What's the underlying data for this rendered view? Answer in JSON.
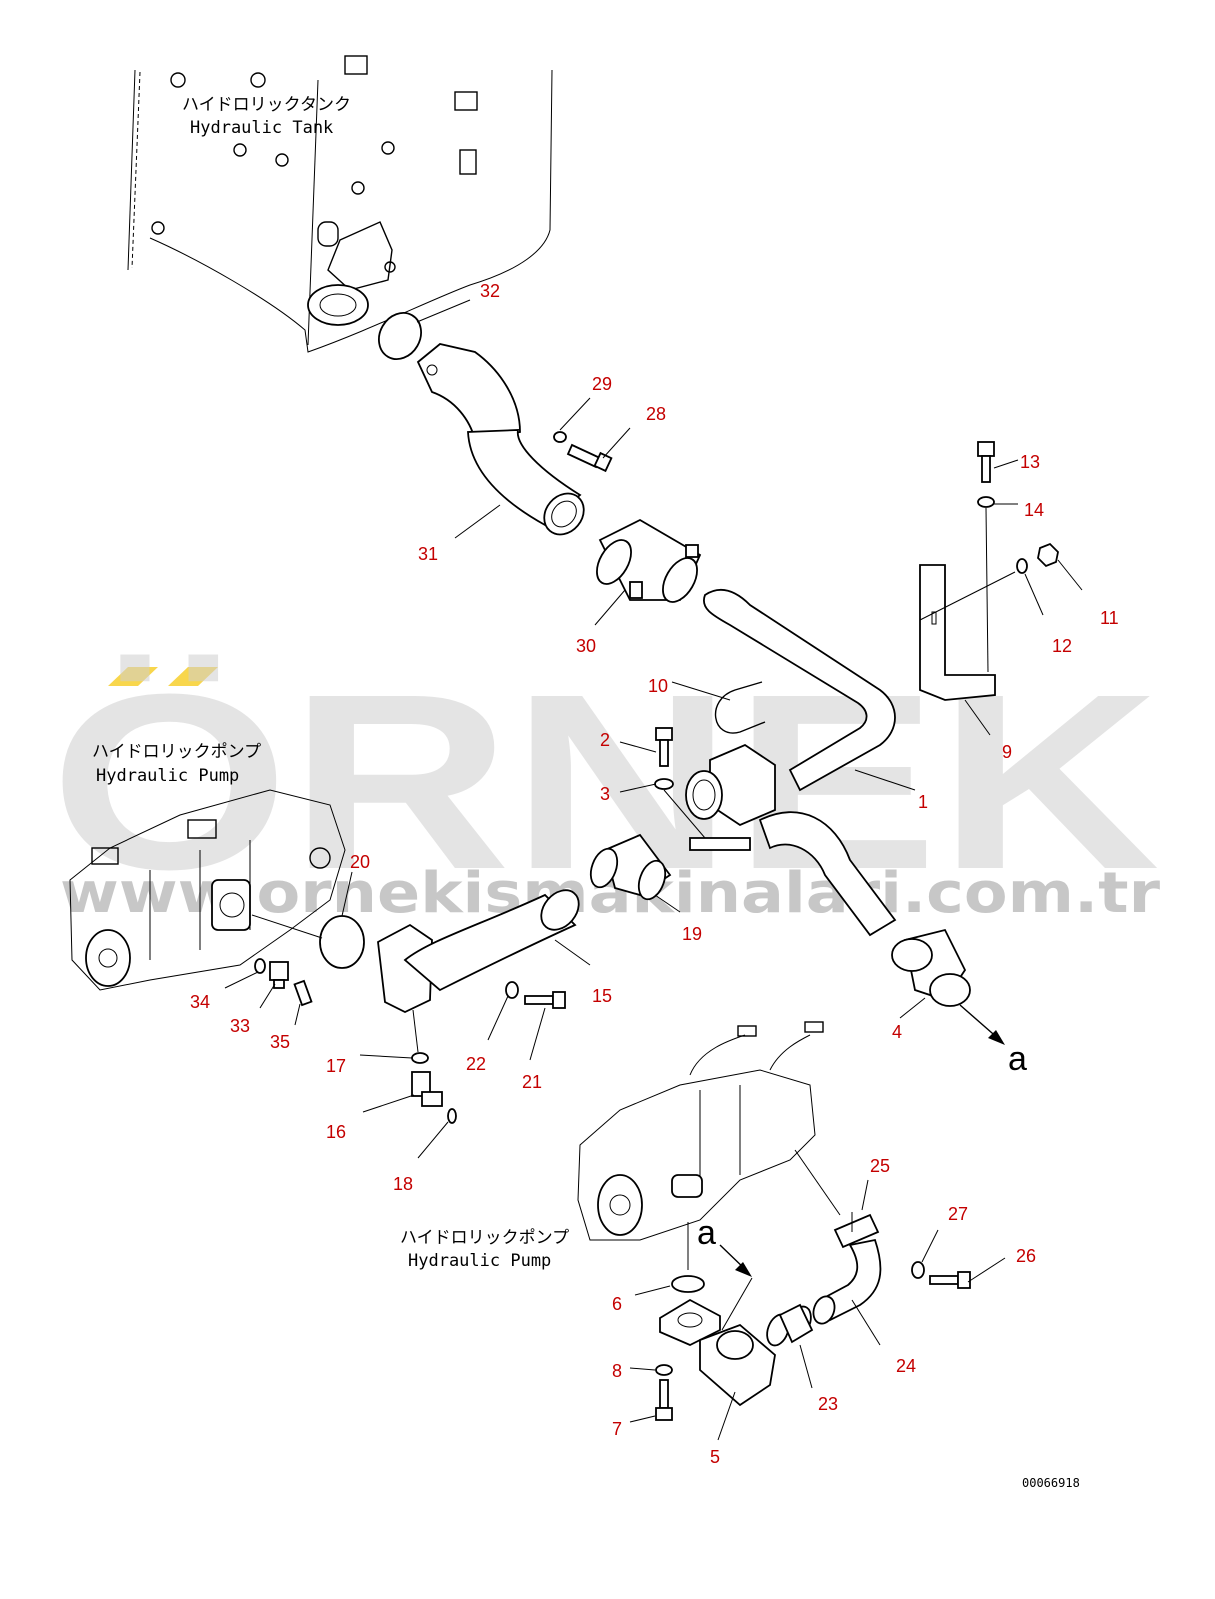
{
  "watermark": {
    "brand": "ÖRNEK",
    "site": "www.ornekismakinalari.com.tr",
    "accent": "#f5c400"
  },
  "labels": {
    "tank_jp": "ハイドロリックタンク",
    "tank_en": "Hydraulic Tank",
    "pump_jp": "ハイドロリックポンプ",
    "pump_en": "Hydraulic Pump",
    "pump2_jp": "ハイドロリックポンプ",
    "pump2_en": "Hydraulic Pump",
    "arrow_a1": "a",
    "arrow_a2": "a",
    "drawing_code": "00066918"
  },
  "callouts": [
    "1",
    "2",
    "3",
    "4",
    "5",
    "6",
    "7",
    "8",
    "9",
    "10",
    "11",
    "12",
    "13",
    "14",
    "15",
    "16",
    "17",
    "18",
    "19",
    "20",
    "21",
    "22",
    "23",
    "24",
    "25",
    "26",
    "27",
    "28",
    "29",
    "30",
    "31",
    "32",
    "33",
    "34",
    "35"
  ],
  "colors": {
    "callout": "#c40000",
    "line": "#000000"
  }
}
